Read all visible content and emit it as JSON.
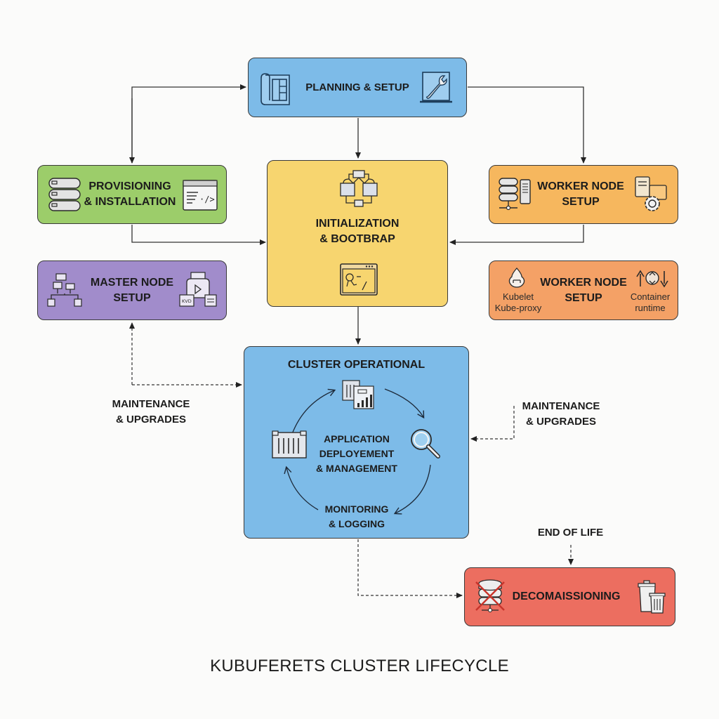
{
  "diagram": {
    "title": "KUBUFERETS CLUSTER LIFECYCLE",
    "colors": {
      "planning": "#7dbbe8",
      "provisioning": "#9ccd6a",
      "worker_setup_1": "#f6b75e",
      "worker_setup_2": "#f4a166",
      "master": "#a18ccb",
      "initialization": "#f7d56f",
      "cluster": "#7dbbe8",
      "decommissioning": "#ec6e60"
    },
    "nodes": {
      "planning": {
        "label": "PLANNING & SETUP",
        "icons": [
          "blueprint-icon",
          "wrench-icon"
        ]
      },
      "provisioning": {
        "label": "PROVISIONING\n& INSTALLATION",
        "icons": [
          "database-stack-icon",
          "code-window-icon"
        ]
      },
      "worker_node_setup_1": {
        "label": "WORKER NODE\nSETUP",
        "icons": [
          "server-icon",
          "gear-config-icon"
        ]
      },
      "initialization": {
        "label": "INITIALIZATION\n& BOOTBRAP",
        "icons": [
          "network-nodes-icon",
          "terminal-window-icon"
        ]
      },
      "master_node_setup": {
        "label": "MASTER NODE\nSETUP",
        "icons": [
          "hierarchy-icon",
          "control-plane-icon"
        ],
        "icon_tags": [
          "KVD"
        ]
      },
      "worker_node_setup_2": {
        "label": "WORKER NODE\nSETUP",
        "left_caption": "Kubelet\nKube-proxy",
        "right_caption": "Container\nruntime",
        "icons": [
          "kubelet-flame-icon",
          "sync-arrows-icon"
        ]
      },
      "cluster_operational": {
        "label": "CLUSTER OPERATIONAL",
        "center_label": "APPLICATION\nDEPLOYEMENT\n& MANAGEMENT",
        "bottom_label": "MONITORING\n& LOGGING",
        "icons": [
          "dashboard-chart-icon",
          "magnifier-icon",
          "container-icon"
        ]
      },
      "decommissioning": {
        "label": "DECOMAISSIONING",
        "icons": [
          "server-crossed-icon",
          "trash-icon"
        ]
      }
    },
    "annotations": {
      "maintenance_left": "MAINTENANCE\n& UPGRADES",
      "maintenance_right": "MAINTENANCE\n& UPGRADES",
      "end_of_life": "END OF LIFE"
    },
    "edges": [
      {
        "from": "planning",
        "to": "provisioning",
        "style": "solid"
      },
      {
        "from": "planning",
        "to": "initialization",
        "style": "solid"
      },
      {
        "from": "planning",
        "to": "worker_node_setup_1",
        "style": "solid"
      },
      {
        "from": "provisioning",
        "to": "initialization",
        "style": "solid"
      },
      {
        "from": "worker_node_setup_1",
        "to": "initialization",
        "style": "solid"
      },
      {
        "from": "initialization",
        "to": "cluster_operational",
        "style": "solid"
      },
      {
        "from": "maintenance_left",
        "to": "master_node_setup",
        "style": "dashed"
      },
      {
        "from": "maintenance_left",
        "to": "cluster_operational",
        "style": "dashed"
      },
      {
        "from": "maintenance_right",
        "to": "cluster_operational",
        "style": "dashed"
      },
      {
        "from": "cluster_operational",
        "to": "decommissioning",
        "style": "dashed"
      },
      {
        "from": "end_of_life",
        "to": "decommissioning",
        "style": "dashed"
      }
    ]
  }
}
